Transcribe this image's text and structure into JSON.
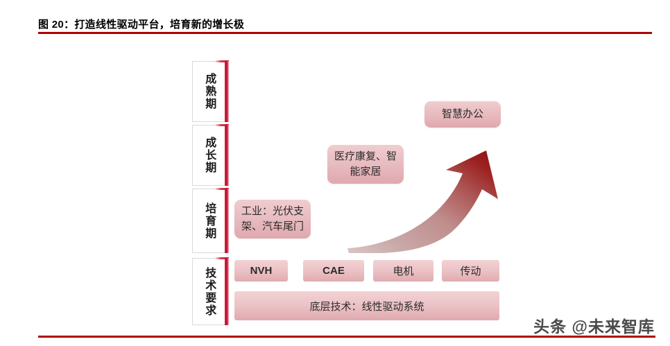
{
  "figure": {
    "title": "图 20：打造线性驱动平台，培育新的增长极",
    "accent_color": "#b00000",
    "card_color": "#e8bcc0",
    "axis_color": "#c0102c"
  },
  "stages": [
    {
      "id": "mature",
      "label": "成熟期",
      "name": "stage-maturity"
    },
    {
      "id": "growth",
      "label": "成长期",
      "name": "stage-growth"
    },
    {
      "id": "nurture",
      "label": "培育期",
      "name": "stage-nurturing"
    },
    {
      "id": "tech",
      "label": "技术要求",
      "name": "stage-tech-requirement"
    }
  ],
  "application_cards": [
    {
      "id": "office",
      "label": "智慧办公",
      "stage": "成熟期"
    },
    {
      "id": "medical",
      "label": "医疗康复、智能家居",
      "stage": "成长期"
    },
    {
      "id": "industry",
      "label": "工业：光伏支架、汽车尾门",
      "stage": "培育期"
    }
  ],
  "technology_boxes": [
    {
      "id": "nvh",
      "label": "NVH"
    },
    {
      "id": "cae",
      "label": "CAE"
    },
    {
      "id": "motor",
      "label": "电机"
    },
    {
      "id": "drive",
      "label": "传动"
    }
  ],
  "foundation": {
    "label": "底层技术：线性驱动系统"
  },
  "arrow": {
    "name": "growth-arrow-icon",
    "direction": "up-right",
    "gradient_from": "#c7aaa9",
    "gradient_to": "#9d1c1c"
  },
  "watermark": {
    "text": "头条 @未来智库"
  }
}
